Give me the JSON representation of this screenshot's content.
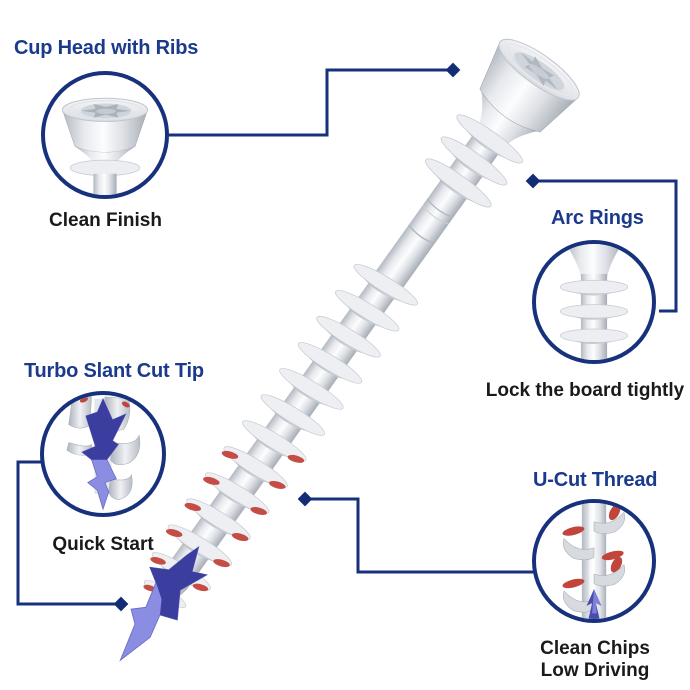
{
  "diagram": {
    "subject": "Deck screw feature callout diagram",
    "background": "#ffffff"
  },
  "colors": {
    "title_navy": "#1b3a8c",
    "connector_navy": "#17317d",
    "caption_black": "#1a1a1a",
    "thread_red_accent": "#c2453c",
    "tip_arrow_light_blue": "#8a8de1",
    "tip_arrow_dark_blue": "#3b3e9e",
    "metal_highlight": "#fcfdfe",
    "metal_shadow": "#a6acb5"
  },
  "callouts": {
    "cup_head": {
      "title": "Cup Head with Ribs",
      "caption": "Clean Finish"
    },
    "arc_rings": {
      "title": "Arc Rings",
      "caption": "Lock the board tightly"
    },
    "turbo_tip": {
      "title": "Turbo Slant Cut Tip",
      "caption": "Quick Start"
    },
    "u_cut": {
      "title": "U-Cut Thread",
      "caption_line1": "Clean Chips",
      "caption_line2": "Low Driving"
    }
  }
}
